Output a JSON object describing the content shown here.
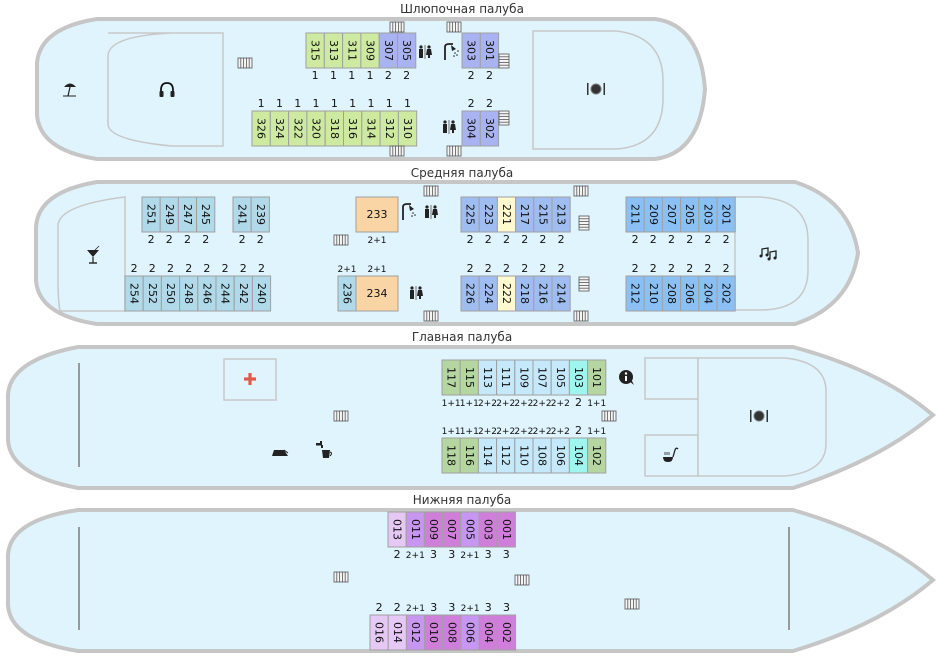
{
  "colors": {
    "single": "#cdeaa0",
    "double_purple": "#a9b3f2",
    "blue_light": "#b0d9ea",
    "blue_mid": "#9fbdf0",
    "blue_bright": "#8bc0f5",
    "yellow": "#fff9d0",
    "orange": "#f9d4a4",
    "green_gray": "#b5d6a0",
    "light_blue": "#c5e8fb",
    "cyan": "#a0f5ee",
    "lilac_light": "#e6c8f5",
    "lilac_mid": "#c796f0",
    "magenta": "#cf7fd9",
    "medical_red": "#e05a4a"
  },
  "decks": [
    {
      "id": "boat",
      "title": "Шлюпочная палуба",
      "amenities": [
        "beach-umbrella-icon",
        "headphones-icon",
        "restaurant-icon",
        "restroom-icon",
        "shower-icon"
      ],
      "cabins_top": [
        {
          "num": "315",
          "berth": "1",
          "color": "single"
        },
        {
          "num": "313",
          "berth": "1",
          "color": "single"
        },
        {
          "num": "311",
          "berth": "1",
          "color": "single"
        },
        {
          "num": "309",
          "berth": "1",
          "color": "single"
        },
        {
          "num": "307",
          "berth": "2",
          "color": "double_purple"
        },
        {
          "num": "305",
          "berth": "2",
          "color": "double_purple"
        }
      ],
      "cabins_top_right": [
        {
          "num": "303",
          "berth": "2",
          "color": "double_purple"
        },
        {
          "num": "301",
          "berth": "2",
          "color": "double_purple"
        }
      ],
      "cabins_bottom": [
        {
          "num": "326",
          "berth": "1",
          "color": "single"
        },
        {
          "num": "324",
          "berth": "1",
          "color": "single"
        },
        {
          "num": "322",
          "berth": "1",
          "color": "single"
        },
        {
          "num": "320",
          "berth": "1",
          "color": "single"
        },
        {
          "num": "318",
          "berth": "1",
          "color": "single"
        },
        {
          "num": "316",
          "berth": "1",
          "color": "single"
        },
        {
          "num": "314",
          "berth": "1",
          "color": "single"
        },
        {
          "num": "312",
          "berth": "1",
          "color": "single"
        },
        {
          "num": "310",
          "berth": "1",
          "color": "single"
        }
      ],
      "cabins_bottom_right": [
        {
          "num": "304",
          "berth": "2",
          "color": "double_purple"
        },
        {
          "num": "302",
          "berth": "2",
          "color": "double_purple"
        }
      ]
    },
    {
      "id": "middle",
      "title": "Средняя палуба",
      "amenities": [
        "cocktail-bar-icon",
        "shower-icon",
        "restroom-icon",
        "music-icon"
      ],
      "cabins_top_a": [
        {
          "num": "251",
          "berth": "2",
          "color": "blue_light"
        },
        {
          "num": "249",
          "berth": "2",
          "color": "blue_light"
        },
        {
          "num": "247",
          "berth": "2",
          "color": "blue_light"
        },
        {
          "num": "245",
          "berth": "2",
          "color": "blue_light"
        }
      ],
      "cabins_top_b": [
        {
          "num": "241",
          "berth": "2",
          "color": "blue_light"
        },
        {
          "num": "239",
          "berth": "2",
          "color": "blue_light"
        }
      ],
      "suite_top": {
        "num": "233",
        "berth": "2+1",
        "color": "orange"
      },
      "cabins_top_c": [
        {
          "num": "225",
          "berth": "2",
          "color": "blue_mid"
        },
        {
          "num": "223",
          "berth": "2",
          "color": "blue_mid"
        },
        {
          "num": "221",
          "berth": "2",
          "color": "yellow"
        },
        {
          "num": "217",
          "berth": "2",
          "color": "blue_mid"
        },
        {
          "num": "215",
          "berth": "2",
          "color": "blue_mid"
        },
        {
          "num": "213",
          "berth": "2",
          "color": "blue_mid"
        }
      ],
      "cabins_top_d": [
        {
          "num": "211",
          "berth": "2",
          "color": "blue_bright"
        },
        {
          "num": "209",
          "berth": "2",
          "color": "blue_bright"
        },
        {
          "num": "207",
          "berth": "2",
          "color": "blue_bright"
        },
        {
          "num": "205",
          "berth": "2",
          "color": "blue_bright"
        },
        {
          "num": "203",
          "berth": "2",
          "color": "blue_bright"
        },
        {
          "num": "201",
          "berth": "2",
          "color": "blue_bright"
        }
      ],
      "cabins_bottom_a": [
        {
          "num": "254",
          "berth": "2",
          "color": "blue_light"
        },
        {
          "num": "252",
          "berth": "2",
          "color": "blue_light"
        },
        {
          "num": "250",
          "berth": "2",
          "color": "blue_light"
        },
        {
          "num": "248",
          "berth": "2",
          "color": "blue_light"
        },
        {
          "num": "246",
          "berth": "2",
          "color": "blue_light"
        },
        {
          "num": "244",
          "berth": "2",
          "color": "blue_light"
        },
        {
          "num": "242",
          "berth": "2",
          "color": "blue_light"
        },
        {
          "num": "240",
          "berth": "2",
          "color": "blue_light"
        }
      ],
      "cabin_236": {
        "num": "236",
        "berth": "2+1",
        "color": "blue_light"
      },
      "suite_bottom": {
        "num": "234",
        "berth": "2+1",
        "color": "orange"
      },
      "cabins_bottom_c": [
        {
          "num": "226",
          "berth": "2",
          "color": "blue_mid"
        },
        {
          "num": "224",
          "berth": "2",
          "color": "blue_mid"
        },
        {
          "num": "222",
          "berth": "2",
          "color": "yellow"
        },
        {
          "num": "218",
          "berth": "2",
          "color": "blue_mid"
        },
        {
          "num": "216",
          "berth": "2",
          "color": "blue_mid"
        },
        {
          "num": "214",
          "berth": "2",
          "color": "blue_mid"
        }
      ],
      "cabins_bottom_d": [
        {
          "num": "212",
          "berth": "2",
          "color": "blue_bright"
        },
        {
          "num": "210",
          "berth": "2",
          "color": "blue_bright"
        },
        {
          "num": "208",
          "berth": "2",
          "color": "blue_bright"
        },
        {
          "num": "206",
          "berth": "2",
          "color": "blue_bright"
        },
        {
          "num": "204",
          "berth": "2",
          "color": "blue_bright"
        },
        {
          "num": "202",
          "berth": "2",
          "color": "blue_bright"
        }
      ]
    },
    {
      "id": "main",
      "title": "Главная палуба",
      "amenities": [
        "medical-icon",
        "iron-icon",
        "hot-water-icon",
        "info-icon",
        "restaurant-icon",
        "kitchen-icon"
      ],
      "cabins_top": [
        {
          "num": "117",
          "berth": "1+1",
          "color": "green_gray"
        },
        {
          "num": "115",
          "berth": "1+1",
          "color": "green_gray"
        },
        {
          "num": "113",
          "berth": "2+2",
          "color": "light_blue"
        },
        {
          "num": "111",
          "berth": "2+2",
          "color": "light_blue"
        },
        {
          "num": "109",
          "berth": "2+2",
          "color": "light_blue"
        },
        {
          "num": "107",
          "berth": "2+2",
          "color": "light_blue"
        },
        {
          "num": "105",
          "berth": "2+2",
          "color": "light_blue"
        },
        {
          "num": "103",
          "berth": "2",
          "color": "cyan"
        },
        {
          "num": "101",
          "berth": "1+1",
          "color": "green_gray"
        }
      ],
      "cabins_bottom": [
        {
          "num": "118",
          "berth": "1+1",
          "color": "green_gray"
        },
        {
          "num": "116",
          "berth": "1+1",
          "color": "green_gray"
        },
        {
          "num": "114",
          "berth": "2+2",
          "color": "light_blue"
        },
        {
          "num": "112",
          "berth": "2+2",
          "color": "light_blue"
        },
        {
          "num": "110",
          "berth": "2+2",
          "color": "light_blue"
        },
        {
          "num": "108",
          "berth": "2+2",
          "color": "light_blue"
        },
        {
          "num": "106",
          "berth": "2+2",
          "color": "light_blue"
        },
        {
          "num": "104",
          "berth": "2",
          "color": "cyan"
        },
        {
          "num": "102",
          "berth": "1+1",
          "color": "green_gray"
        }
      ]
    },
    {
      "id": "lower",
      "title": "Нижняя палуба",
      "amenities": [],
      "cabins_top": [
        {
          "num": "013",
          "berth": "2",
          "color": "lilac_light"
        },
        {
          "num": "011",
          "berth": "2+1",
          "color": "lilac_mid"
        },
        {
          "num": "009",
          "berth": "3",
          "color": "magenta"
        },
        {
          "num": "007",
          "berth": "3",
          "color": "magenta"
        },
        {
          "num": "005",
          "berth": "2+1",
          "color": "lilac_mid"
        },
        {
          "num": "003",
          "berth": "3",
          "color": "magenta"
        },
        {
          "num": "001",
          "berth": "3",
          "color": "magenta"
        }
      ],
      "cabins_bottom": [
        {
          "num": "016",
          "berth": "2",
          "color": "lilac_light"
        },
        {
          "num": "014",
          "berth": "2",
          "color": "lilac_light"
        },
        {
          "num": "012",
          "berth": "2+1",
          "color": "lilac_mid"
        },
        {
          "num": "010",
          "berth": "3",
          "color": "magenta"
        },
        {
          "num": "008",
          "berth": "3",
          "color": "magenta"
        },
        {
          "num": "006",
          "berth": "2+1",
          "color": "lilac_mid"
        },
        {
          "num": "004",
          "berth": "3",
          "color": "magenta"
        },
        {
          "num": "002",
          "berth": "3",
          "color": "magenta"
        }
      ]
    }
  ]
}
